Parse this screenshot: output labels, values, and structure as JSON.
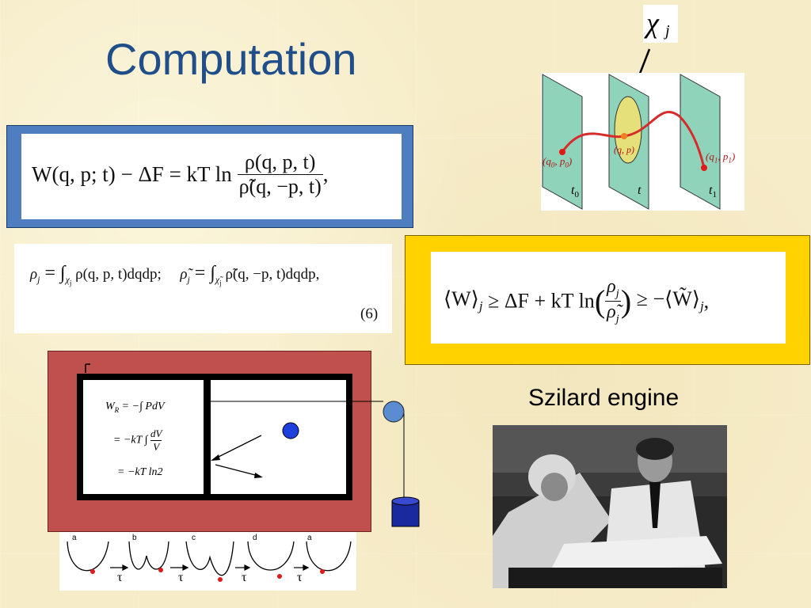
{
  "slide": {
    "title": "Computation",
    "szilard_label": "Szilard engine"
  },
  "equations": {
    "crooks": "W(q, p; t) − ΔF = kT ln",
    "crooks_num": "ρ(q, p, t)",
    "crooks_den": "ρ̃(q, −p, t)",
    "crooks_tail": ",",
    "rho_j_lhs": "ρ",
    "rho_j_sub": "j",
    "rho_j_rhs": " = ∫",
    "rho_j_int_sub": "χ",
    "rho_j_int_subsub": "j",
    "rho_j_body": " ρ(q, p, t)dqdp;",
    "rhot_j_lhs": "ρ̃",
    "rhot_j_sub": "j",
    "rhot_j_rhs": " = ∫",
    "rhot_j_int_sub": "χ̃",
    "rhot_j_int_subsub": "j",
    "rhot_j_body": " ρ̃(q, −p, t)dqdp,",
    "eq_number": "(6)",
    "bound_lhs": "⟨W⟩",
    "bound_lhs_sub": "j",
    "bound_mid": " ≥ ΔF + kT ln",
    "bound_num": "ρ",
    "bound_num_sub": "j",
    "bound_den": "ρ̃",
    "bound_den_sub": "j",
    "bound_rhs": " ≥ −⟨W̃⟩",
    "bound_rhs_sub": "j",
    "bound_tail": ","
  },
  "chi_label": {
    "symbol": "χ",
    "sub": "j"
  },
  "planes_diagram": {
    "start_label": "(q",
    "start_sub": "0",
    "start_mid": ", p",
    "start_sub2": "0",
    "start_close": ")",
    "mid_label": "(q, p)",
    "end_label": "(q",
    "end_sub": "1",
    "end_mid": ", p",
    "end_sub2": "1",
    "end_close": ")",
    "t0": "t",
    "t0_sub": "0",
    "t": "t",
    "t1": "t",
    "t1_sub": "1",
    "colors": {
      "plane": "#8fd3bb",
      "ellipse": "#e6e07a",
      "curve": "#d62b2b"
    }
  },
  "engine": {
    "w_r": "W",
    "w_r_sub": "R",
    "line1_rhs": " = −∫ PdV",
    "line2": "= −kT ∫",
    "line2_num": "dV",
    "line2_den": "V",
    "line3": "= −kT ln2",
    "colors": {
      "frame": "#c0504d",
      "ball": "#1f3fdd",
      "weight": "#1a2a9e",
      "pulley": "#5b8bd1"
    }
  },
  "wells": {
    "labels": [
      "a",
      "b",
      "c",
      "d",
      "a"
    ],
    "arrow_symbol": "τ"
  }
}
